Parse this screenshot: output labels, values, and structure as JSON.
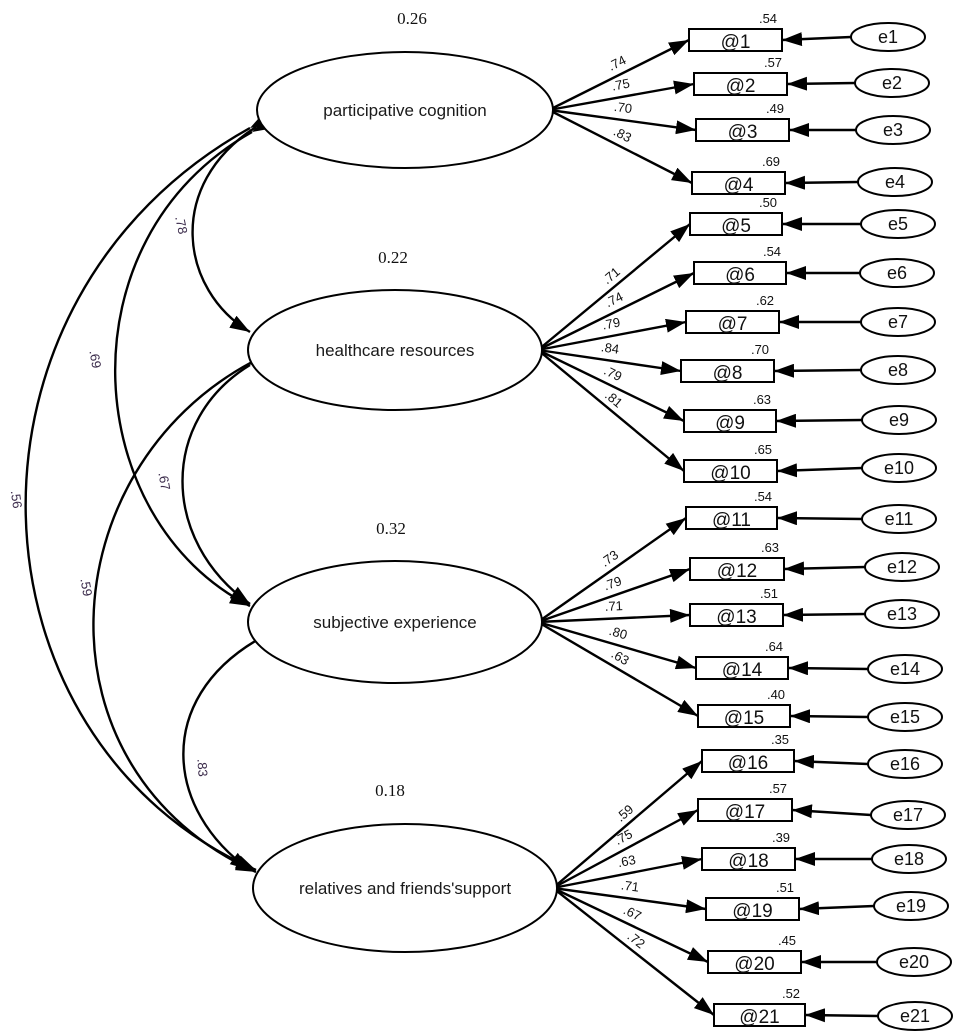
{
  "latents": [
    {
      "id": "pc",
      "label": "participative cognition",
      "r2": "0.26"
    },
    {
      "id": "hr",
      "label": "healthcare resources",
      "r2": "0.22"
    },
    {
      "id": "se",
      "label": "subjective experience",
      "r2": "0.32"
    },
    {
      "id": "rf",
      "label": "relatives and friends'support",
      "r2": "0.18"
    }
  ],
  "indicators": [
    {
      "label": "@1",
      "error": "e1",
      "r2": ".54",
      "loading": ".74",
      "factor": "pc"
    },
    {
      "label": "@2",
      "error": "e2",
      "r2": ".57",
      "loading": ".75",
      "factor": "pc"
    },
    {
      "label": "@3",
      "error": "e3",
      "r2": ".49",
      "loading": ".70",
      "factor": "pc"
    },
    {
      "label": "@4",
      "error": "e4",
      "r2": ".69",
      "loading": ".83",
      "factor": "pc"
    },
    {
      "label": "@5",
      "error": "e5",
      "r2": ".50",
      "loading": ".71",
      "factor": "hr"
    },
    {
      "label": "@6",
      "error": "e6",
      "r2": ".54",
      "loading": ".74",
      "factor": "hr"
    },
    {
      "label": "@7",
      "error": "e7",
      "r2": ".62",
      "loading": ".79",
      "factor": "hr"
    },
    {
      "label": "@8",
      "error": "e8",
      "r2": ".70",
      "loading": ".84",
      "factor": "hr"
    },
    {
      "label": "@9",
      "error": "e9",
      "r2": ".63",
      "loading": ".79",
      "factor": "hr"
    },
    {
      "label": "@10",
      "error": "e10",
      "r2": ".65",
      "loading": ".81",
      "factor": "hr"
    },
    {
      "label": "@11",
      "error": "e11",
      "r2": ".54",
      "loading": ".73",
      "factor": "se"
    },
    {
      "label": "@12",
      "error": "e12",
      "r2": ".63",
      "loading": ".79",
      "factor": "se"
    },
    {
      "label": "@13",
      "error": "e13",
      "r2": ".51",
      "loading": ".71",
      "factor": "se"
    },
    {
      "label": "@14",
      "error": "e14",
      "r2": ".64",
      "loading": ".80",
      "factor": "se"
    },
    {
      "label": "@15",
      "error": "e15",
      "r2": ".40",
      "loading": ".63",
      "factor": "se"
    },
    {
      "label": "@16",
      "error": "e16",
      "r2": ".35",
      "loading": ".59",
      "factor": "rf"
    },
    {
      "label": "@17",
      "error": "e17",
      "r2": ".57",
      "loading": ".75",
      "factor": "rf"
    },
    {
      "label": "@18",
      "error": "e18",
      "r2": ".39",
      "loading": ".63",
      "factor": "rf"
    },
    {
      "label": "@19",
      "error": "e19",
      "r2": ".51",
      "loading": ".71",
      "factor": "rf"
    },
    {
      "label": "@20",
      "error": "e20",
      "r2": ".45",
      "loading": ".67",
      "factor": "rf"
    },
    {
      "label": "@21",
      "error": "e21",
      "r2": ".52",
      "loading": ".72",
      "factor": "rf"
    }
  ],
  "covariances": [
    {
      "from": "pc",
      "to": "hr",
      "value": ".78"
    },
    {
      "from": "pc",
      "to": "se",
      "value": ".69"
    },
    {
      "from": "pc",
      "to": "rf",
      "value": ".56"
    },
    {
      "from": "hr",
      "to": "se",
      "value": ".67"
    },
    {
      "from": "hr",
      "to": "rf",
      "value": ".59"
    },
    {
      "from": "se",
      "to": "rf",
      "value": ".83"
    }
  ]
}
